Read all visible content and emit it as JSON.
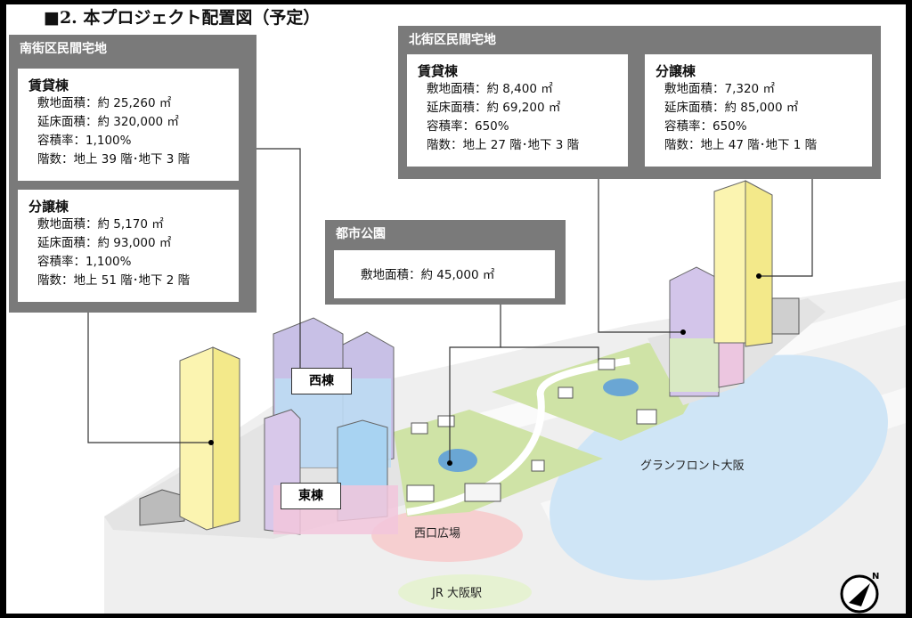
{
  "title": "■2. 本プロジェクト配置図（予定）",
  "south": {
    "header": "南街区民間宅地",
    "rental": {
      "name": "賃貸棟",
      "lines": [
        "敷地面積：約 25,260 ㎡",
        "延床面積：約 320,000 ㎡",
        "容積率：1,100%",
        "階数：地上 39 階･地下 3 階"
      ]
    },
    "condo": {
      "name": "分譲棟",
      "lines": [
        "敷地面積：約 5,170 ㎡",
        "延床面積：約 93,000 ㎡",
        "容積率：1,100%",
        "階数：地上 51 階･地下 2 階"
      ]
    }
  },
  "park": {
    "header": "都市公園",
    "lines": [
      "敷地面積：約 45,000 ㎡"
    ]
  },
  "north": {
    "header": "北街区民間宅地",
    "rental": {
      "name": "賃貸棟",
      "lines": [
        "敷地面積：約 8,400 ㎡",
        "延床面積：約 69,200 ㎡",
        "容積率：650%",
        "階数：地上 27 階･地下 3 階"
      ]
    },
    "condo": {
      "name": "分譲棟",
      "lines": [
        "敷地面積：7,320 ㎡",
        "延床面積：約 85,000 ㎡",
        "容積率：650%",
        "階数：地上 47 階･地下 1 階"
      ]
    }
  },
  "tags": {
    "west": "西棟",
    "east": "東棟"
  },
  "map_labels": {
    "grand_front": "グランフロント大阪",
    "west_plaza": "西口広場",
    "jr_station": "JR 大阪駅"
  }
}
